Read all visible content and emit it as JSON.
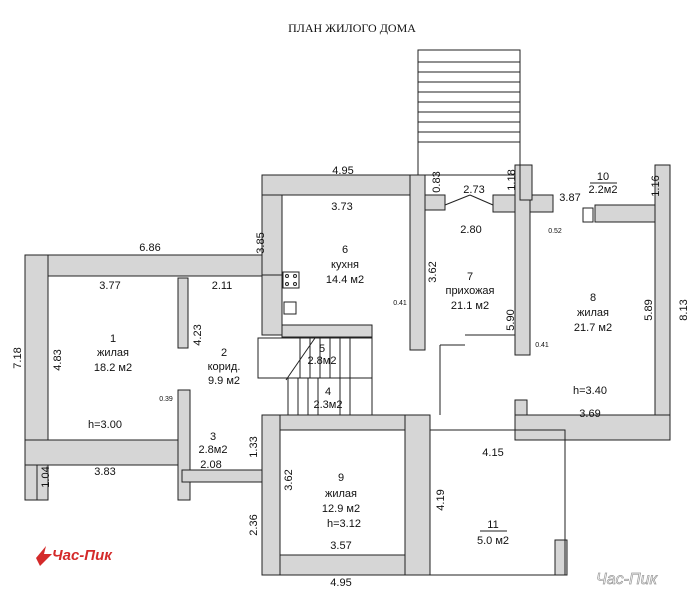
{
  "title": "ПЛАН ЖИЛОГО ДОМА",
  "rooms": [
    {
      "num": "1",
      "name": "жилая",
      "area": "18.2 м2",
      "height": "h=3.00"
    },
    {
      "num": "2",
      "name": "корид.",
      "area": "9.9 м2"
    },
    {
      "num": "3",
      "area": "2.8м2"
    },
    {
      "num": "4",
      "area": "2.3м2"
    },
    {
      "num": "5",
      "area": "2.8м2"
    },
    {
      "num": "6",
      "name": "кухня",
      "area": "14.4 м2"
    },
    {
      "num": "7",
      "name": "прихожая",
      "area": "21.1 м2"
    },
    {
      "num": "8",
      "name": "жилая",
      "area": "21.7 м2",
      "height": "h=3.40"
    },
    {
      "num": "9",
      "name": "жилая",
      "area": "12.9 м2",
      "height": "h=3.12"
    },
    {
      "num": "10",
      "area": "2.2м2"
    },
    {
      "num": "11",
      "area": "5.0 м2"
    }
  ],
  "dims": [
    "4.95",
    "3.73",
    "3.85",
    "6.86",
    "3.77",
    "2.11",
    "4.23",
    "7.18",
    "4.83",
    "0.39",
    "1.33",
    "2.08",
    "3.83",
    "1.04",
    "2.36",
    "3.62",
    "3.57",
    "4.95",
    "4.19",
    "4.15",
    "3.69",
    "5.89",
    "8.13",
    "5.90",
    "0.41",
    "3.62",
    "0.41",
    "2.80",
    "2.73",
    "0.83",
    "1.18",
    "3.87",
    "0.52",
    "1.16"
  ],
  "logo": "Час-Пик",
  "watermark": "Час-Пик"
}
